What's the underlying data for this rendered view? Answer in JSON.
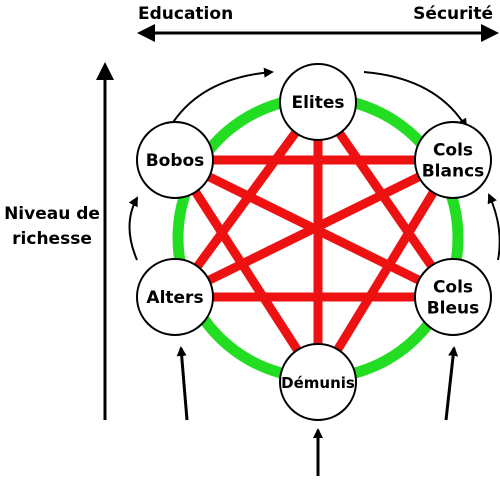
{
  "colors": {
    "green_ring": "#22dd22",
    "red_links": "#ee1111",
    "node_fill": "#ffffff",
    "stroke": "#000000"
  },
  "axes": {
    "top_left_label": "Education",
    "top_right_label": "Sécurité",
    "vertical_label_line1": "Niveau de",
    "vertical_label_line2": "richesse"
  },
  "nodes": [
    {
      "id": "elites",
      "lines": [
        "Elites"
      ]
    },
    {
      "id": "cols-blancs",
      "lines": [
        "Cols",
        "Blancs"
      ]
    },
    {
      "id": "cols-bleus",
      "lines": [
        "Cols",
        "Bleus"
      ]
    },
    {
      "id": "demunis",
      "lines": [
        "Démunis"
      ]
    },
    {
      "id": "alters",
      "lines": [
        "Alters"
      ]
    },
    {
      "id": "bobos",
      "lines": [
        "Bobos"
      ]
    }
  ],
  "links": [
    [
      "bobos",
      "cols-blancs"
    ],
    [
      "bobos",
      "cols-bleus"
    ],
    [
      "bobos",
      "demunis"
    ],
    [
      "alters",
      "cols-blancs"
    ],
    [
      "alters",
      "cols-bleus"
    ],
    [
      "alters",
      "elites"
    ],
    [
      "elites",
      "demunis"
    ],
    [
      "elites",
      "cols-bleus"
    ],
    [
      "cols-blancs",
      "demunis"
    ]
  ]
}
